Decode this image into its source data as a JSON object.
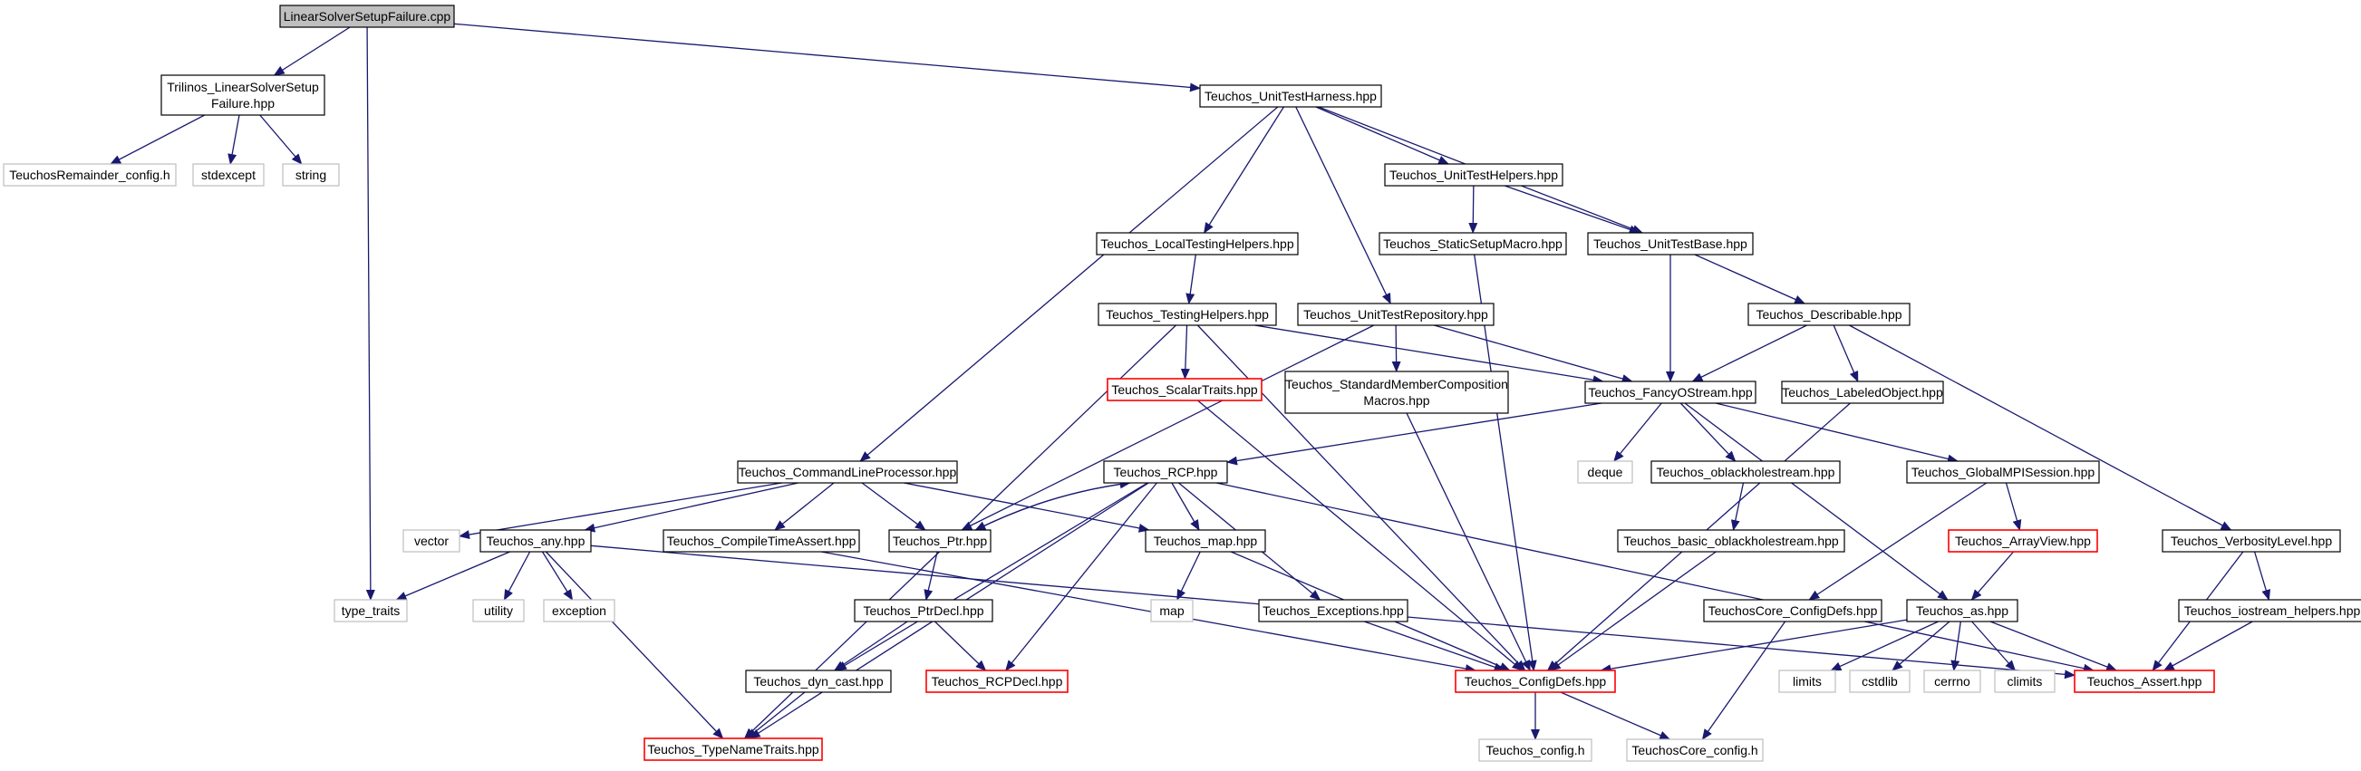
{
  "colors": {
    "edge": "#191970",
    "node_border": "#000000",
    "external_border": "#bfbfbf",
    "external_text": "#4d4d4d",
    "truncated_border": "#ff0000",
    "root_fill": "#bfbfbf",
    "background": "#ffffff"
  },
  "nodes": [
    {
      "id": "root",
      "lines": [
        "LinearSolverSetupFailure.cpp"
      ],
      "kind": "root"
    },
    {
      "id": "trilinos_ls",
      "lines": [
        "Trilinos_LinearSolverSetup",
        "Failure.hpp"
      ],
      "kind": "normal"
    },
    {
      "id": "remainder_cfg",
      "lines": [
        "TeuchosRemainder_config.h"
      ],
      "kind": "external"
    },
    {
      "id": "stdexcept",
      "lines": [
        "stdexcept"
      ],
      "kind": "external"
    },
    {
      "id": "string",
      "lines": [
        "string"
      ],
      "kind": "external"
    },
    {
      "id": "type_traits",
      "lines": [
        "type_traits"
      ],
      "kind": "external"
    },
    {
      "id": "unit_harness",
      "lines": [
        "Teuchos_UnitTestHarness.hpp"
      ],
      "kind": "normal"
    },
    {
      "id": "unit_helpers",
      "lines": [
        "Teuchos_UnitTestHelpers.hpp"
      ],
      "kind": "normal"
    },
    {
      "id": "local_testing",
      "lines": [
        "Teuchos_LocalTestingHelpers.hpp"
      ],
      "kind": "normal"
    },
    {
      "id": "static_setup",
      "lines": [
        "Teuchos_StaticSetupMacro.hpp"
      ],
      "kind": "normal"
    },
    {
      "id": "unit_base",
      "lines": [
        "Teuchos_UnitTestBase.hpp"
      ],
      "kind": "normal"
    },
    {
      "id": "testing_helpers",
      "lines": [
        "Teuchos_TestingHelpers.hpp"
      ],
      "kind": "normal"
    },
    {
      "id": "unit_repo",
      "lines": [
        "Teuchos_UnitTestRepository.hpp"
      ],
      "kind": "normal"
    },
    {
      "id": "describable",
      "lines": [
        "Teuchos_Describable.hpp"
      ],
      "kind": "normal"
    },
    {
      "id": "scalar_traits",
      "lines": [
        "Teuchos_ScalarTraits.hpp"
      ],
      "kind": "truncated"
    },
    {
      "id": "std_member",
      "lines": [
        "Teuchos_StandardMemberComposition",
        "Macros.hpp"
      ],
      "kind": "normal"
    },
    {
      "id": "fancy",
      "lines": [
        "Teuchos_FancyOStream.hpp"
      ],
      "kind": "normal"
    },
    {
      "id": "labeled",
      "lines": [
        "Teuchos_LabeledObject.hpp"
      ],
      "kind": "normal"
    },
    {
      "id": "cmdline",
      "lines": [
        "Teuchos_CommandLineProcessor.hpp"
      ],
      "kind": "normal"
    },
    {
      "id": "rcp",
      "lines": [
        "Teuchos_RCP.hpp"
      ],
      "kind": "normal"
    },
    {
      "id": "deque",
      "lines": [
        "deque"
      ],
      "kind": "external"
    },
    {
      "id": "oblack",
      "lines": [
        "Teuchos_oblackholestream.hpp"
      ],
      "kind": "normal"
    },
    {
      "id": "global_mpi",
      "lines": [
        "Teuchos_GlobalMPISession.hpp"
      ],
      "kind": "normal"
    },
    {
      "id": "vector",
      "lines": [
        "vector"
      ],
      "kind": "external"
    },
    {
      "id": "any",
      "lines": [
        "Teuchos_any.hpp"
      ],
      "kind": "normal"
    },
    {
      "id": "compile_assert",
      "lines": [
        "Teuchos_CompileTimeAssert.hpp"
      ],
      "kind": "normal"
    },
    {
      "id": "ptr",
      "lines": [
        "Teuchos_Ptr.hpp"
      ],
      "kind": "normal"
    },
    {
      "id": "map_hpp",
      "lines": [
        "Teuchos_map.hpp"
      ],
      "kind": "normal"
    },
    {
      "id": "basic_oblack",
      "lines": [
        "Teuchos_basic_oblackholestream.hpp"
      ],
      "kind": "normal"
    },
    {
      "id": "array_view",
      "lines": [
        "Teuchos_ArrayView.hpp"
      ],
      "kind": "truncated"
    },
    {
      "id": "verbosity",
      "lines": [
        "Teuchos_VerbosityLevel.hpp"
      ],
      "kind": "normal"
    },
    {
      "id": "utility",
      "lines": [
        "utility"
      ],
      "kind": "external"
    },
    {
      "id": "exception",
      "lines": [
        "exception"
      ],
      "kind": "external"
    },
    {
      "id": "ptr_decl",
      "lines": [
        "Teuchos_PtrDecl.hpp"
      ],
      "kind": "normal"
    },
    {
      "id": "map",
      "lines": [
        "map"
      ],
      "kind": "external"
    },
    {
      "id": "exceptions",
      "lines": [
        "Teuchos_Exceptions.hpp"
      ],
      "kind": "normal"
    },
    {
      "id": "core_cfg_defs",
      "lines": [
        "TeuchosCore_ConfigDefs.hpp"
      ],
      "kind": "normal"
    },
    {
      "id": "as",
      "lines": [
        "Teuchos_as.hpp"
      ],
      "kind": "normal"
    },
    {
      "id": "iostream_helpers",
      "lines": [
        "Teuchos_iostream_helpers.hpp"
      ],
      "kind": "normal"
    },
    {
      "id": "dyn_cast",
      "lines": [
        "Teuchos_dyn_cast.hpp"
      ],
      "kind": "normal"
    },
    {
      "id": "rcp_decl",
      "lines": [
        "Teuchos_RCPDecl.hpp"
      ],
      "kind": "truncated"
    },
    {
      "id": "config_defs",
      "lines": [
        "Teuchos_ConfigDefs.hpp"
      ],
      "kind": "truncated"
    },
    {
      "id": "limits",
      "lines": [
        "limits"
      ],
      "kind": "external"
    },
    {
      "id": "cstdlib",
      "lines": [
        "cstdlib"
      ],
      "kind": "external"
    },
    {
      "id": "cerrno",
      "lines": [
        "cerrno"
      ],
      "kind": "external"
    },
    {
      "id": "climits",
      "lines": [
        "climits"
      ],
      "kind": "external"
    },
    {
      "id": "assert",
      "lines": [
        "Teuchos_Assert.hpp"
      ],
      "kind": "truncated"
    },
    {
      "id": "type_name",
      "lines": [
        "Teuchos_TypeNameTraits.hpp"
      ],
      "kind": "truncated"
    },
    {
      "id": "config_h",
      "lines": [
        "Teuchos_config.h"
      ],
      "kind": "external"
    },
    {
      "id": "core_config",
      "lines": [
        "TeuchosCore_config.h"
      ],
      "kind": "external"
    }
  ],
  "edges": [
    [
      "root",
      "trilinos_ls"
    ],
    [
      "root",
      "type_traits"
    ],
    [
      "root",
      "unit_harness"
    ],
    [
      "trilinos_ls",
      "remainder_cfg"
    ],
    [
      "trilinos_ls",
      "stdexcept"
    ],
    [
      "trilinos_ls",
      "string"
    ],
    [
      "unit_harness",
      "unit_helpers"
    ],
    [
      "unit_harness",
      "unit_base"
    ],
    [
      "unit_harness",
      "local_testing"
    ],
    [
      "unit_harness",
      "unit_repo"
    ],
    [
      "unit_harness",
      "cmdline"
    ],
    [
      "unit_helpers",
      "static_setup"
    ],
    [
      "unit_helpers",
      "unit_base"
    ],
    [
      "unit_base",
      "fancy"
    ],
    [
      "unit_base",
      "describable"
    ],
    [
      "local_testing",
      "testing_helpers"
    ],
    [
      "testing_helpers",
      "scalar_traits"
    ],
    [
      "testing_helpers",
      "fancy"
    ],
    [
      "testing_helpers",
      "type_name"
    ],
    [
      "testing_helpers",
      "config_defs"
    ],
    [
      "unit_repo",
      "std_member"
    ],
    [
      "unit_repo",
      "fancy"
    ],
    [
      "unit_repo",
      "ptr"
    ],
    [
      "describable",
      "fancy"
    ],
    [
      "describable",
      "labeled"
    ],
    [
      "describable",
      "verbosity"
    ],
    [
      "scalar_traits",
      "config_defs"
    ],
    [
      "std_member",
      "config_defs"
    ],
    [
      "static_setup",
      "config_defs"
    ],
    [
      "labeled",
      "config_defs"
    ],
    [
      "fancy",
      "rcp"
    ],
    [
      "fancy",
      "deque"
    ],
    [
      "fancy",
      "oblack"
    ],
    [
      "fancy",
      "global_mpi"
    ],
    [
      "fancy",
      "as"
    ],
    [
      "cmdline",
      "vector"
    ],
    [
      "cmdline",
      "any"
    ],
    [
      "cmdline",
      "compile_assert"
    ],
    [
      "cmdline",
      "ptr"
    ],
    [
      "cmdline",
      "map_hpp"
    ],
    [
      "rcp",
      "ptr"
    ],
    [
      "rcp",
      "map_hpp"
    ],
    [
      "rcp",
      "exceptions"
    ],
    [
      "rcp",
      "dyn_cast"
    ],
    [
      "rcp",
      "rcp_decl"
    ],
    [
      "rcp",
      "type_name"
    ],
    [
      "rcp",
      "assert"
    ],
    [
      "ptr",
      "rcp"
    ],
    [
      "ptr",
      "ptr_decl"
    ],
    [
      "ptr_decl",
      "dyn_cast"
    ],
    [
      "ptr_decl",
      "rcp_decl"
    ],
    [
      "dyn_cast",
      "type_name"
    ],
    [
      "any",
      "type_traits"
    ],
    [
      "any",
      "utility"
    ],
    [
      "any",
      "exception"
    ],
    [
      "any",
      "type_name"
    ],
    [
      "any",
      "assert"
    ],
    [
      "compile_assert",
      "config_defs"
    ],
    [
      "map_hpp",
      "map"
    ],
    [
      "map_hpp",
      "config_defs"
    ],
    [
      "exceptions",
      "config_defs"
    ],
    [
      "oblack",
      "basic_oblack"
    ],
    [
      "basic_oblack",
      "config_defs"
    ],
    [
      "global_mpi",
      "array_view"
    ],
    [
      "global_mpi",
      "core_cfg_defs"
    ],
    [
      "array_view",
      "as"
    ],
    [
      "as",
      "config_defs"
    ],
    [
      "as",
      "limits"
    ],
    [
      "as",
      "cstdlib"
    ],
    [
      "as",
      "cerrno"
    ],
    [
      "as",
      "climits"
    ],
    [
      "as",
      "assert"
    ],
    [
      "core_cfg_defs",
      "core_config"
    ],
    [
      "config_defs",
      "config_h"
    ],
    [
      "config_defs",
      "core_config"
    ],
    [
      "verbosity",
      "iostream_helpers"
    ],
    [
      "verbosity",
      "assert"
    ],
    [
      "iostream_helpers",
      "assert"
    ]
  ]
}
